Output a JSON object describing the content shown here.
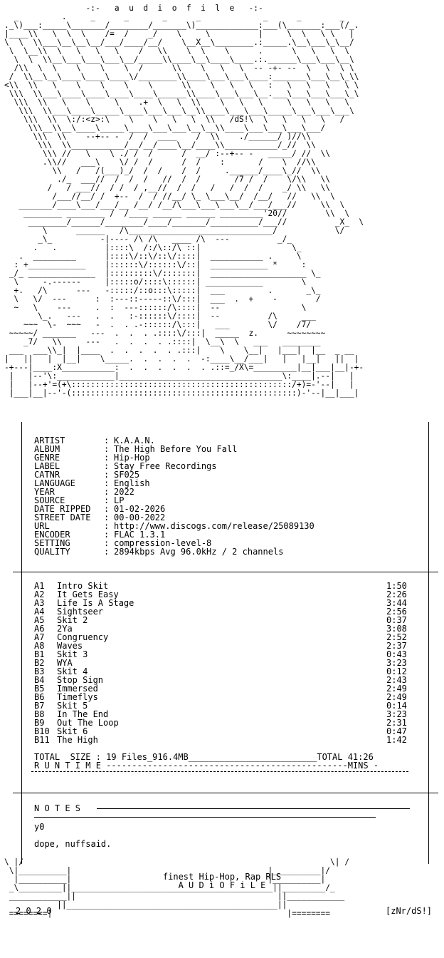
{
  "header": {
    "brand": "-:-   a  u  d  i  o  f  i  l  e   -:-",
    "tag_ds": "/dS!\\",
    "year_tag": "'20"
  },
  "info": [
    {
      "label": "ARTIST",
      "value": "K.A.A.N."
    },
    {
      "label": "ALBUM",
      "value": "The High Before You Fall"
    },
    {
      "label": "GENRE",
      "value": "Hip-Hop"
    },
    {
      "label": "LABEL",
      "value": "Stay Free Recordings"
    },
    {
      "label": "CATNR",
      "value": "SF025"
    },
    {
      "label": "LANGUAGE",
      "value": "English"
    },
    {
      "label": "YEAR",
      "value": "2022"
    },
    {
      "label": "SOURCE",
      "value": "LP"
    },
    {
      "label": "DATE RIPPED",
      "value": "01-02-2026"
    },
    {
      "label": "STREET DATE",
      "value": "00-00-2022"
    },
    {
      "label": "URL",
      "value": "http://www.discogs.com/release/25089130"
    },
    {
      "label": "ENCODER",
      "value": "FLAC 1.3.1"
    },
    {
      "label": "SETTING",
      "value": "compression-level-8"
    },
    {
      "label": "QUALITY",
      "value": "2894kbps Avg 96.0kHz / 2 channels"
    }
  ],
  "tracks": [
    {
      "id": "A1",
      "title": "Intro Skit",
      "time": "1:50"
    },
    {
      "id": "A2",
      "title": "It Gets Easy",
      "time": "2:26"
    },
    {
      "id": "A3",
      "title": "Life Is A Stage",
      "time": "3:44"
    },
    {
      "id": "A4",
      "title": "Sightseer",
      "time": "2:56"
    },
    {
      "id": "A5",
      "title": "Skit 2",
      "time": "0:37"
    },
    {
      "id": "A6",
      "title": "2Ya",
      "time": "3:08"
    },
    {
      "id": "A7",
      "title": "Congruency",
      "time": "2:52"
    },
    {
      "id": "A8",
      "title": "Waves",
      "time": "2:37"
    },
    {
      "id": "B1",
      "title": "Skit 3",
      "time": "0:43"
    },
    {
      "id": "B2",
      "title": "WYA",
      "time": "3:23"
    },
    {
      "id": "B3",
      "title": "Skit 4",
      "time": "0:12"
    },
    {
      "id": "B4",
      "title": "Stop Sign",
      "time": "2:43"
    },
    {
      "id": "B5",
      "title": "Immersed",
      "time": "2:49"
    },
    {
      "id": "B6",
      "title": "Timeflys",
      "time": "2:49"
    },
    {
      "id": "B7",
      "title": "Skit 5",
      "time": "0:14"
    },
    {
      "id": "B8",
      "title": "In The End",
      "time": "3:23"
    },
    {
      "id": "B9",
      "title": "Out The Loop",
      "time": "2:31"
    },
    {
      "id": "B10",
      "title": "Skit 6",
      "time": "0:47"
    },
    {
      "id": "B11",
      "title": "The High",
      "time": "1:42"
    }
  ],
  "totals": {
    "size_line": "TOTAL  SIZE : 19 Files_916.4MB_________________________TOTAL 41:26",
    "runtime_line": "R U N T I M E -----------------------------------------------MINS -"
  },
  "notes": {
    "title": "N O T E S",
    "line1": "y0",
    "line2": "dope, nuffsaid."
  },
  "footer": {
    "line1": "finest Hip-Hop, Rap RLS",
    "line2": "A U D i O F i L E",
    "year": "2 0 2 0",
    "group": "[zNr/dS!]"
  }
}
